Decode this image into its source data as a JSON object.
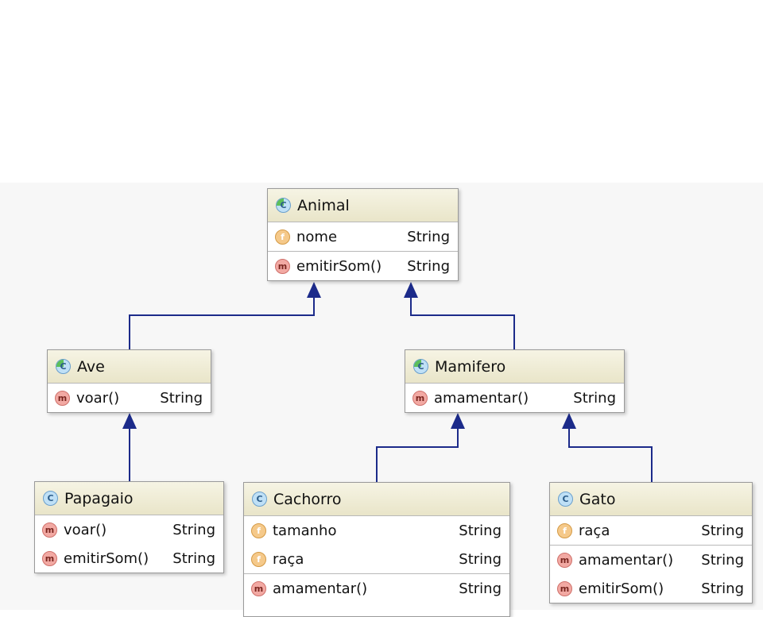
{
  "diagram": {
    "colors": {
      "connector": "#1c2b8a",
      "header_top": "#f6f4e4",
      "header_bottom": "#e9e5c9",
      "class_icon": "#bfe0f6",
      "field_icon": "#f5c98a",
      "method_icon": "#f2a9a3",
      "abstract_marker": "#5cbf5a"
    },
    "classes": {
      "animal": {
        "name": "Animal",
        "icon": "abstract-class-icon",
        "icon_glyph": "C",
        "fields": [
          {
            "icon_glyph": "f",
            "name": "nome",
            "type": "String"
          }
        ],
        "methods": [
          {
            "icon_glyph": "m",
            "name": "emitirSom()",
            "type": "String"
          }
        ]
      },
      "ave": {
        "name": "Ave",
        "icon": "abstract-class-icon",
        "icon_glyph": "C",
        "methods": [
          {
            "icon_glyph": "m",
            "name": "voar()",
            "type": "String"
          }
        ]
      },
      "mamifero": {
        "name": "Mamifero",
        "icon": "abstract-class-icon",
        "icon_glyph": "C",
        "methods": [
          {
            "icon_glyph": "m",
            "name": "amamentar()",
            "type": "String"
          }
        ]
      },
      "papagaio": {
        "name": "Papagaio",
        "icon": "class-icon",
        "icon_glyph": "C",
        "methods": [
          {
            "icon_glyph": "m",
            "name": "voar()",
            "type": "String"
          },
          {
            "icon_glyph": "m",
            "name": "emitirSom()",
            "type": "String"
          }
        ]
      },
      "cachorro": {
        "name": "Cachorro",
        "icon": "class-icon",
        "icon_glyph": "C",
        "fields": [
          {
            "icon_glyph": "f",
            "name": "tamanho",
            "type": "String"
          },
          {
            "icon_glyph": "f",
            "name": "raça",
            "type": "String"
          }
        ],
        "methods": [
          {
            "icon_glyph": "m",
            "name": "amamentar()",
            "type": "String"
          }
        ]
      },
      "gato": {
        "name": "Gato",
        "icon": "class-icon",
        "icon_glyph": "C",
        "fields": [
          {
            "icon_glyph": "f",
            "name": "raça",
            "type": "String"
          }
        ],
        "methods": [
          {
            "icon_glyph": "m",
            "name": "amamentar()",
            "type": "String"
          },
          {
            "icon_glyph": "m",
            "name": "emitirSom()",
            "type": "String"
          }
        ]
      }
    },
    "inheritance": [
      {
        "child": "ave",
        "parent": "animal"
      },
      {
        "child": "mamifero",
        "parent": "animal"
      },
      {
        "child": "papagaio",
        "parent": "ave"
      },
      {
        "child": "cachorro",
        "parent": "mamifero"
      },
      {
        "child": "gato",
        "parent": "mamifero"
      }
    ]
  }
}
